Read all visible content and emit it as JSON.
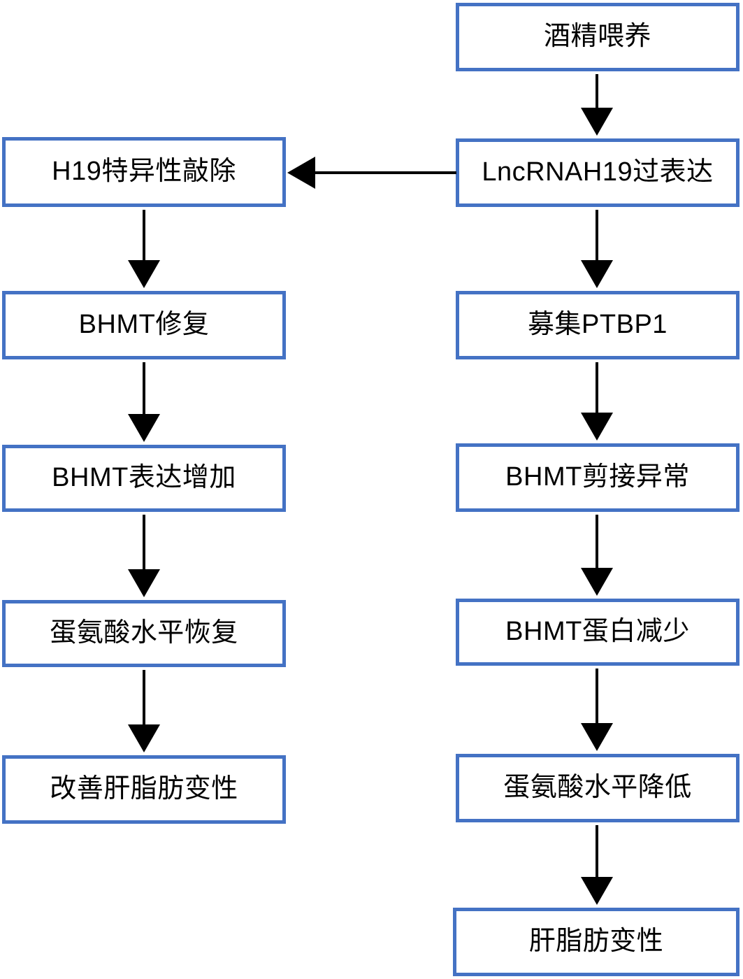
{
  "diagram": {
    "type": "flowchart",
    "orientation": "two-column-vertical",
    "accent_color": "#4472C4",
    "arrow_color": "#000000",
    "background_color": "#FFFFFF",
    "nodes": {
      "alcohol_feeding": "酒精喂养",
      "h19_overexpression": "LncRNAH19过表达",
      "h19_knockout": "H19特异性敲除",
      "bhmt_repair": "BHMT修复",
      "recruit_ptbp1": "募集PTBP1",
      "bhmt_expression_up": "BHMT表达增加",
      "bhmt_splicing_abnormal": "BHMT剪接异常",
      "methionine_restored": "蛋氨酸水平恢复",
      "bhmt_protein_down": "BHMT蛋白减少",
      "improve_steatosis": "改善肝脂肪变性",
      "methionine_reduced": "蛋氨酸水平降低",
      "hepatic_steatosis": "肝脂肪变性"
    },
    "edges": [
      {
        "from": "alcohol_feeding",
        "to": "h19_overexpression",
        "direction": "down"
      },
      {
        "from": "h19_overexpression",
        "to": "h19_knockout",
        "direction": "left"
      },
      {
        "from": "h19_overexpression",
        "to": "recruit_ptbp1",
        "direction": "down"
      },
      {
        "from": "recruit_ptbp1",
        "to": "bhmt_splicing_abnormal",
        "direction": "down"
      },
      {
        "from": "bhmt_splicing_abnormal",
        "to": "bhmt_protein_down",
        "direction": "down"
      },
      {
        "from": "bhmt_protein_down",
        "to": "methionine_reduced",
        "direction": "down"
      },
      {
        "from": "methionine_reduced",
        "to": "hepatic_steatosis",
        "direction": "down"
      },
      {
        "from": "h19_knockout",
        "to": "bhmt_repair",
        "direction": "down"
      },
      {
        "from": "bhmt_repair",
        "to": "bhmt_expression_up",
        "direction": "down"
      },
      {
        "from": "bhmt_expression_up",
        "to": "methionine_restored",
        "direction": "down"
      },
      {
        "from": "methionine_restored",
        "to": "improve_steatosis",
        "direction": "down"
      }
    ]
  }
}
